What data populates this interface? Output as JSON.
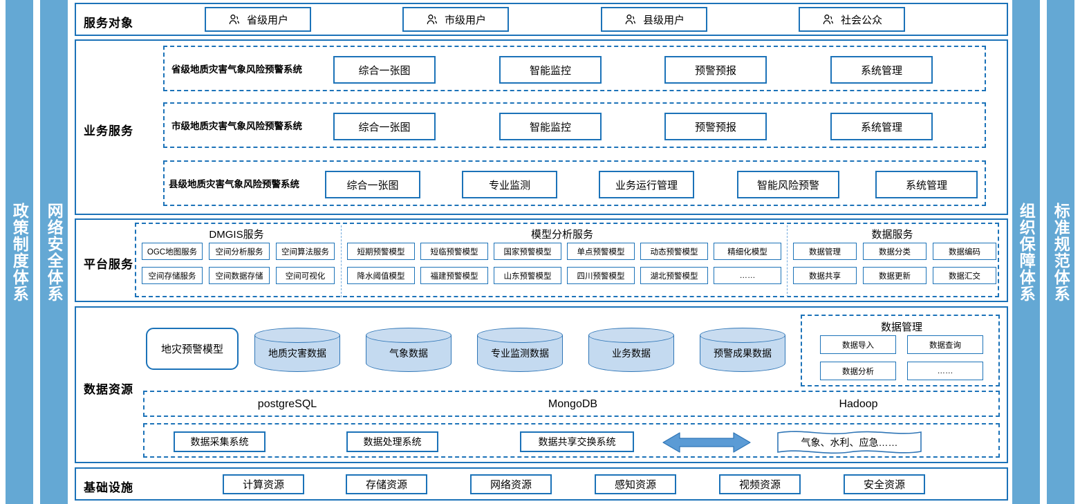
{
  "sidebars": {
    "left": [
      {
        "id": "policy-system",
        "label": "政策制度体系"
      },
      {
        "id": "network-security-system",
        "label": "网络安全体系"
      }
    ],
    "right": [
      {
        "id": "organization-guarantee-system",
        "label": "组织保障体系"
      },
      {
        "id": "standard-specification-system",
        "label": "标准规范体系"
      }
    ]
  },
  "colors": {
    "sidebar_fill": "#64A8D4",
    "border_blue": "#1B72B8",
    "dashed_blue": "#1B72B8",
    "dashed_light": "#6FA8DC",
    "cylinder_fill": "#C4DAF0",
    "cylinder_stroke": "#2E75B6",
    "arrow_fill": "#5B9BD5"
  },
  "layers": {
    "service_target": {
      "label": "服务对象",
      "users": [
        {
          "icon": "user-icon",
          "label": "省级用户"
        },
        {
          "icon": "user-icon",
          "label": "市级用户"
        },
        {
          "icon": "user-icon",
          "label": "县级用户"
        },
        {
          "icon": "user-icon",
          "label": "社会公众"
        }
      ]
    },
    "business_service": {
      "label": "业务服务",
      "tiers": [
        {
          "system": "省级地质灾害气象风险预警系统",
          "modules": [
            "综合一张图",
            "智能监控",
            "预警预报",
            "系统管理"
          ]
        },
        {
          "system": "市级地质灾害气象风险预警系统",
          "modules": [
            "综合一张图",
            "智能监控",
            "预警预报",
            "系统管理"
          ]
        },
        {
          "system": "县级地质灾害气象风险预警系统",
          "modules": [
            "综合一张图",
            "专业监测",
            "业务运行管理",
            "智能风险预警",
            "系统管理"
          ]
        }
      ]
    },
    "platform_service": {
      "label": "平台服务",
      "groups": [
        {
          "title": "DMGIS服务",
          "rows": [
            [
              "OGC地图服务",
              "空间分析服务",
              "空间算法服务"
            ],
            [
              "空间存储服务",
              "空间数据存储",
              "空间可视化"
            ]
          ]
        },
        {
          "title": "模型分析服务",
          "rows": [
            [
              "短期预警模型",
              "短临预警模型",
              "国家预警模型",
              "单点预警模型",
              "动态预警模型",
              "精细化模型"
            ],
            [
              "降水阈值模型",
              "福建预警模型",
              "山东预警模型",
              "四川预警模型",
              "湖北预警模型",
              "……"
            ]
          ]
        },
        {
          "title": "数据服务",
          "rows": [
            [
              "数据管理",
              "数据分类",
              "数据编码"
            ],
            [
              "数据共享",
              "数据更新",
              "数据汇交"
            ]
          ]
        }
      ]
    },
    "data_resource": {
      "label": "数据资源",
      "model_box": "地灾预警模型",
      "cylinders": [
        "地质灾害数据",
        "气象数据",
        "专业监测数据",
        "业务数据",
        "预警成果数据"
      ],
      "data_management": {
        "title": "数据管理",
        "items": [
          "数据导入",
          "数据查询",
          "数据分析",
          "……"
        ]
      },
      "databases": [
        "postgreSQL",
        "MongoDB",
        "Hadoop"
      ],
      "pipeline": {
        "systems": [
          "数据采集系统",
          "数据处理系统",
          "数据共享交换系统"
        ],
        "arrow": "double-arrow-icon",
        "external": "气象、水利、应急……"
      }
    },
    "infrastructure": {
      "label": "基础设施",
      "resources": [
        "计算资源",
        "存储资源",
        "网络资源",
        "感知资源",
        "视频资源",
        "安全资源"
      ]
    }
  }
}
